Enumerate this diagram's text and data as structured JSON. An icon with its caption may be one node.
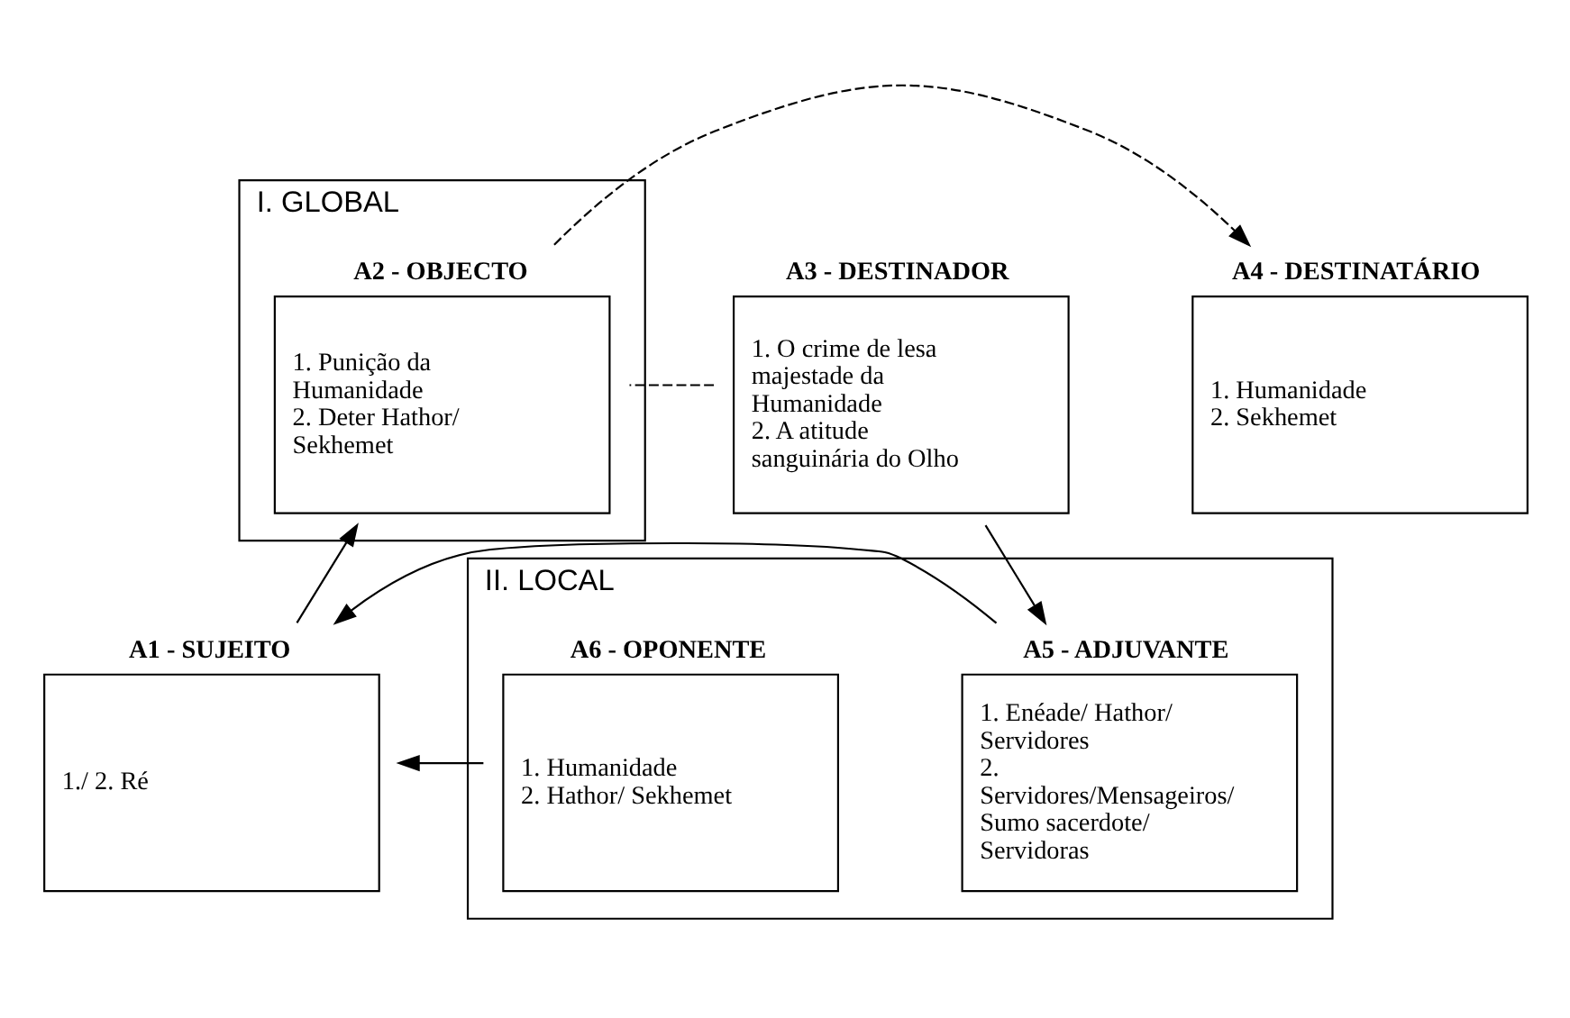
{
  "diagram": {
    "nodes": [
      {
        "text": [
          "I. GLOBAL"
        ]
      },
      {
        "text": [
          "A3 - DESTINADOR",
          "1. O crime de lesa majestade da Humanidade",
          "2. A atitude sanguinária do Olho"
        ]
      },
      {
        "text": [
          "A2 - OBJECTO",
          "1. Punição da Humanidade",
          "2. Deter Hathor/ Sekhemet"
        ],
        "in": 0
      },
      {
        "text": [
          "A4 - DESTINATÁRIO",
          "1. Humanidade",
          "2. Sekhemet"
        ]
      },
      {
        "text": [
          "II. LOCAL"
        ]
      },
      {
        "text": [
          "A5 - ADJUVANTE",
          "1. Enéade/ Hathor/ Servidores",
          "2. Servidores/Mensageiros/ Sumo sacerdote/ Servidoras"
        ],
        "in": 4
      },
      {
        "text": [
          "A1 - SUJEITO",
          "1./ 2. Ré"
        ]
      },
      {
        "text": [
          "A6 - OPONENTE",
          "1. Humanidade",
          "2. Hathor/ Sekhemet"
        ],
        "in": 4
      }
    ],
    "edges": [
      {
        "from": 1,
        "to": 2,
        "arrow": "none",
        "style": "dashed"
      },
      {
        "from": 2,
        "to": 3,
        "arrow": "to",
        "style": "dashed"
      },
      {
        "from": 1,
        "to": 5,
        "arrow": "to"
      },
      {
        "from": 6,
        "to": 2,
        "arrow": "to"
      },
      {
        "from": 5,
        "to": 6,
        "arrow": "to"
      },
      {
        "from": 7,
        "to": 6,
        "arrow": "to"
      }
    ]
  }
}
